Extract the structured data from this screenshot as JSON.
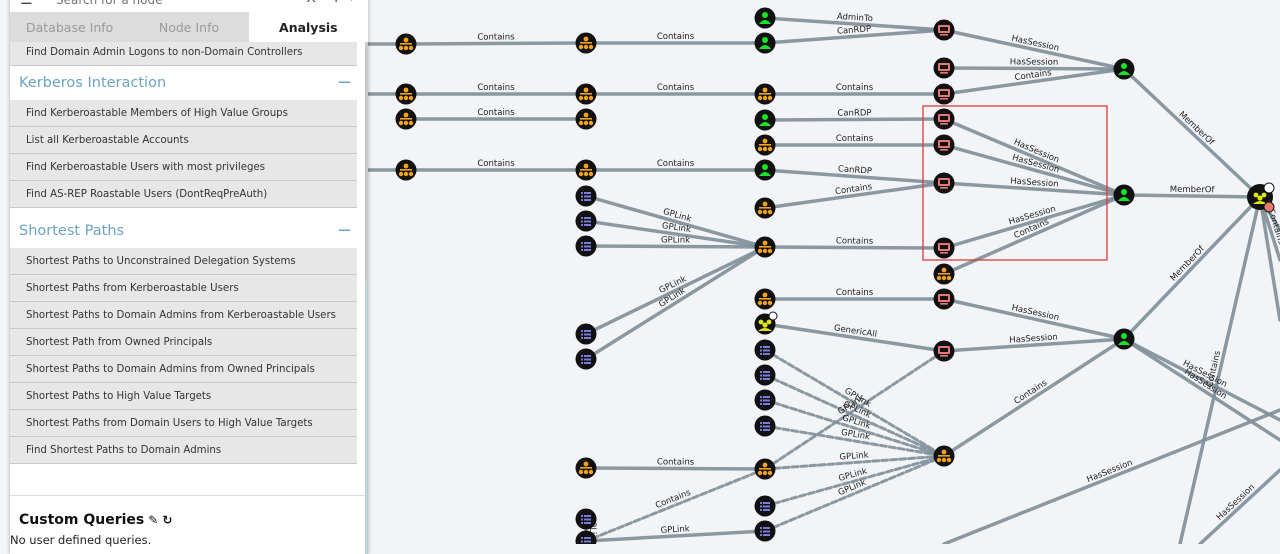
{
  "search": {
    "placeholder": "Search for a node"
  },
  "tabs": [
    {
      "label": "Database Info"
    },
    {
      "label": "Node Info"
    },
    {
      "label": "Analysis"
    }
  ],
  "queries": {
    "top_item": "Find Domain Admin Logons to non-Domain Controllers",
    "kerberos": {
      "title": "Kerberos Interaction",
      "items": [
        "Find Kerberoastable Members of High Value Groups",
        "List all Kerberoastable Accounts",
        "Find Kerberoastable Users with most privileges",
        "Find AS-REP Roastable Users (DontReqPreAuth)"
      ]
    },
    "shortest": {
      "title": "Shortest Paths",
      "items": [
        "Shortest Paths to Unconstrained Delegation Systems",
        "Shortest Paths from Kerberoastable Users",
        "Shortest Paths to Domain Admins from Kerberoastable Users",
        "Shortest Path from Owned Principals",
        "Shortest Paths to Domain Admins from Owned Principals",
        "Shortest Paths to High Value Targets",
        "Shortest Paths from Domain Users to High Value Targets",
        "Find Shortest Paths to Domain Admins"
      ]
    },
    "collapse_symbol": "−"
  },
  "custom_queries": {
    "title": "Custom Queries",
    "empty_text": "No user defined queries."
  },
  "icons": {
    "menu": "menu-icon",
    "edit": "pencil-icon",
    "refresh": "refresh-icon"
  },
  "colors": {
    "ou": "#f4a21b",
    "user": "#17e625",
    "computer": "#e67873",
    "gpo": "#7b79d9",
    "group": "#dbe617",
    "edge": "#7f8f99",
    "highlight": "#e03a3a",
    "accent": "#6aa3c4"
  },
  "graph": {
    "edge_labels": {
      "e1": "Contains",
      "e2": "Contains",
      "e3": "AdminTo",
      "e4": "CanRDP",
      "e5": "HasSession",
      "e6": "HasSession",
      "e7": "Contains",
      "e8": "Contains",
      "e9": "Contains",
      "e10": "Contains",
      "e11": "Contains",
      "e12": "CanRDP",
      "e13": "Contains",
      "e14": "HasSession",
      "e15": "HasSession",
      "e16": "CanRDP",
      "e17": "HasSession",
      "e18": "Contains",
      "e19": "HasSession",
      "e20": "Contains",
      "e21": "Contains",
      "e22": "Contains",
      "e23": "Contains",
      "e24": "GPLink",
      "e25": "GPLink",
      "e26": "GPLink",
      "e27": "GPLink",
      "e28": "GPLink",
      "e29": "Contains",
      "e30": "GenericAll",
      "e31": "HasSession",
      "e32": "HasSession",
      "e33": "Contains",
      "e34": "GPLink",
      "e35": "GPLink",
      "e36": "GPLink",
      "e37": "GPLink",
      "e38": "Contains",
      "e39": "GPLink",
      "e40": "GPLink",
      "e41": "GPLink",
      "e42": "GPLink",
      "e43": "Contains",
      "e44": "MemberOf",
      "e45": "MemberOf",
      "e46": "MemberOf",
      "e47": "HasSession",
      "e48": "HasSession",
      "e49": "HasSession",
      "e50": "HasSession",
      "e51": "Contains",
      "e52": "Contains",
      "e53": "GPLink",
      "e54": "GPLink"
    }
  }
}
